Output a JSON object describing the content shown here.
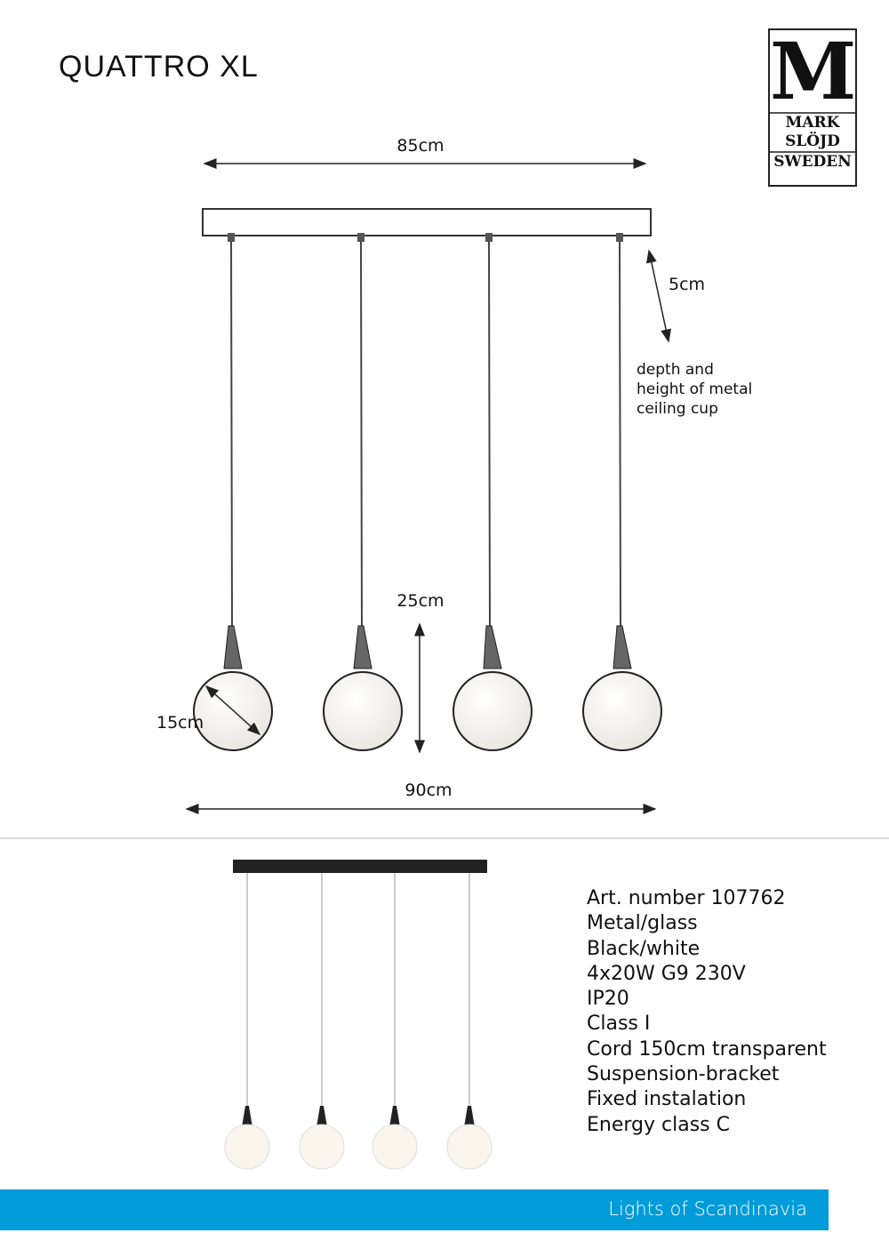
{
  "title": "QUATTRO XL",
  "logo": {
    "big_letter": "M",
    "line1": "MARK",
    "line2": "SLÖJD",
    "line3": "SWEDEN"
  },
  "dimensions": {
    "bar_width": "85cm",
    "cup_height": "5cm",
    "cup_note": [
      "depth and",
      "height of metal",
      "ceiling cup"
    ],
    "drop": "25cm",
    "globe_diameter": "15cm",
    "total_width": "90cm"
  },
  "specs": [
    "Art. number 107762",
    "Metal/glass",
    "Black/white",
    "4x20W G9 230V",
    "IP20",
    "Class I",
    "Cord 150cm transparent",
    "Suspension-bracket",
    "Fixed instalation",
    "Energy class C"
  ],
  "footer": {
    "tagline": "Lights of Scandinavia",
    "color": "#009bd9"
  }
}
